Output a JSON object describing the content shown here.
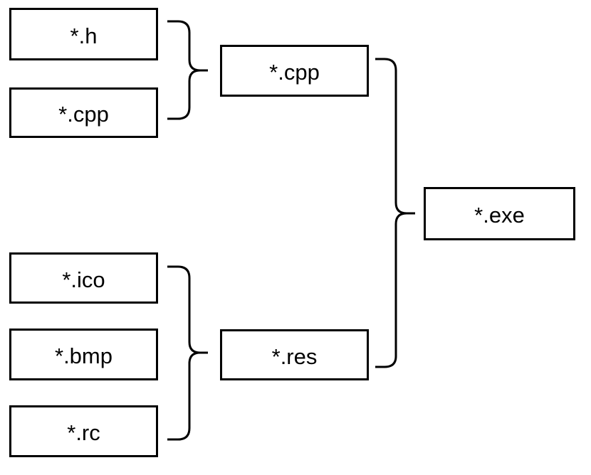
{
  "diagram": {
    "description": "Build-process diagram: source and resource files combined into an executable",
    "colors": {
      "background": "#ffffff",
      "stroke": "#000000",
      "text": "#000000"
    },
    "nodes": {
      "h": {
        "label": "*.h"
      },
      "cpp_src": {
        "label": "*.cpp"
      },
      "cpp_obj": {
        "label": "*.cpp"
      },
      "ico": {
        "label": "*.ico"
      },
      "bmp": {
        "label": "*.bmp"
      },
      "rc": {
        "label": "*.rc"
      },
      "res": {
        "label": "*.res"
      },
      "exe": {
        "label": "*.exe"
      }
    },
    "groups": [
      {
        "inputs": [
          "*.h",
          "*.cpp"
        ],
        "output": "*.cpp",
        "connector": "curly-brace"
      },
      {
        "inputs": [
          "*.ico",
          "*.bmp",
          "*.rc"
        ],
        "output": "*.res",
        "connector": "curly-brace"
      },
      {
        "inputs": [
          "*.cpp",
          "*.res"
        ],
        "output": "*.exe",
        "connector": "curly-brace"
      }
    ]
  }
}
